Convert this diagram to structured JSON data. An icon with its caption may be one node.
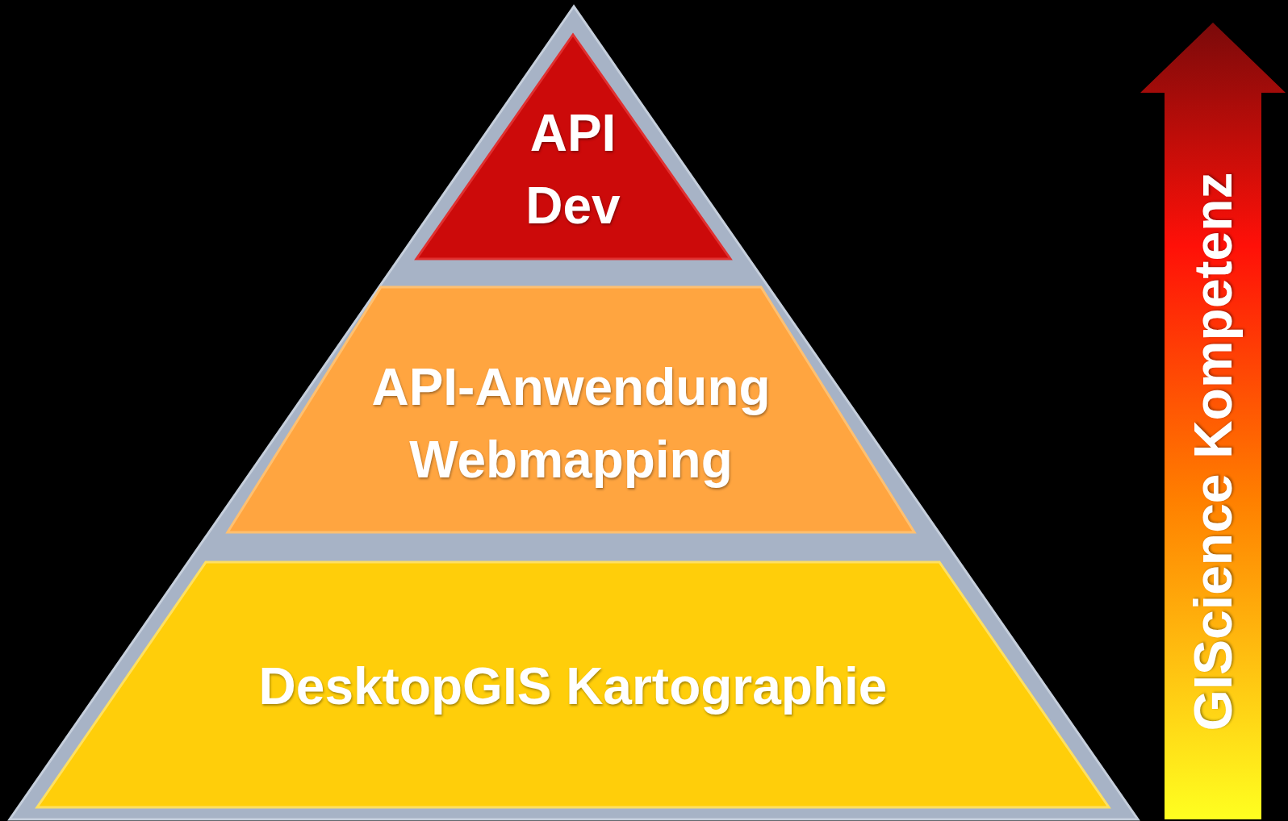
{
  "diagram": {
    "nodes": [
      {
        "text": [],
        "shape": "triangle"
      },
      {
        "text": [
          "API Dev"
        ],
        "in": 0
      },
      {
        "text": [
          "API-Anwendung Webmapping"
        ],
        "in": 0
      },
      {
        "text": [
          "DesktopGIS Kartographie"
        ],
        "in": 0
      }
    ],
    "labels": [
      "GIScience Kompetenz"
    ]
  }
}
